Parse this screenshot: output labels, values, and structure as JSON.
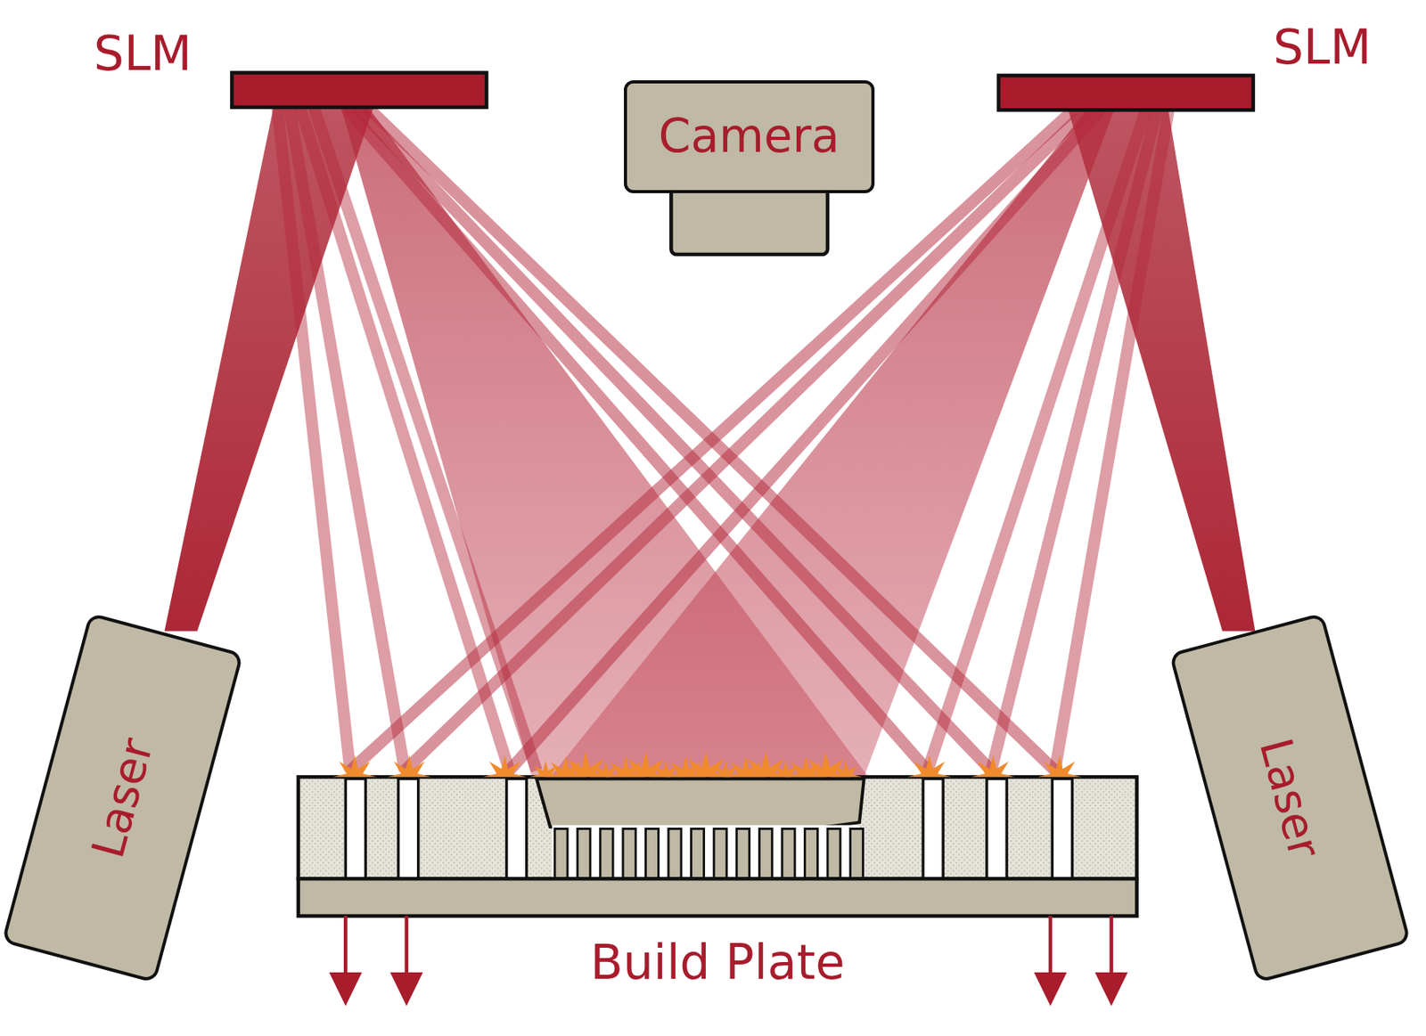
{
  "diagram": {
    "nodes": [
      {
        "text": [
          "SLM"
        ]
      },
      {
        "text": [
          "Camera"
        ]
      },
      {
        "text": [
          "SLM"
        ]
      },
      {
        "text": [
          "Laser"
        ]
      },
      {
        "text": [
          "Laser"
        ]
      },
      {
        "text": [
          "Build Plate"
        ]
      }
    ],
    "edges": [
      {
        "from": 3,
        "to": 0,
        "arrow": "none"
      },
      {
        "from": 4,
        "to": 2,
        "arrow": "none"
      }
    ]
  }
}
